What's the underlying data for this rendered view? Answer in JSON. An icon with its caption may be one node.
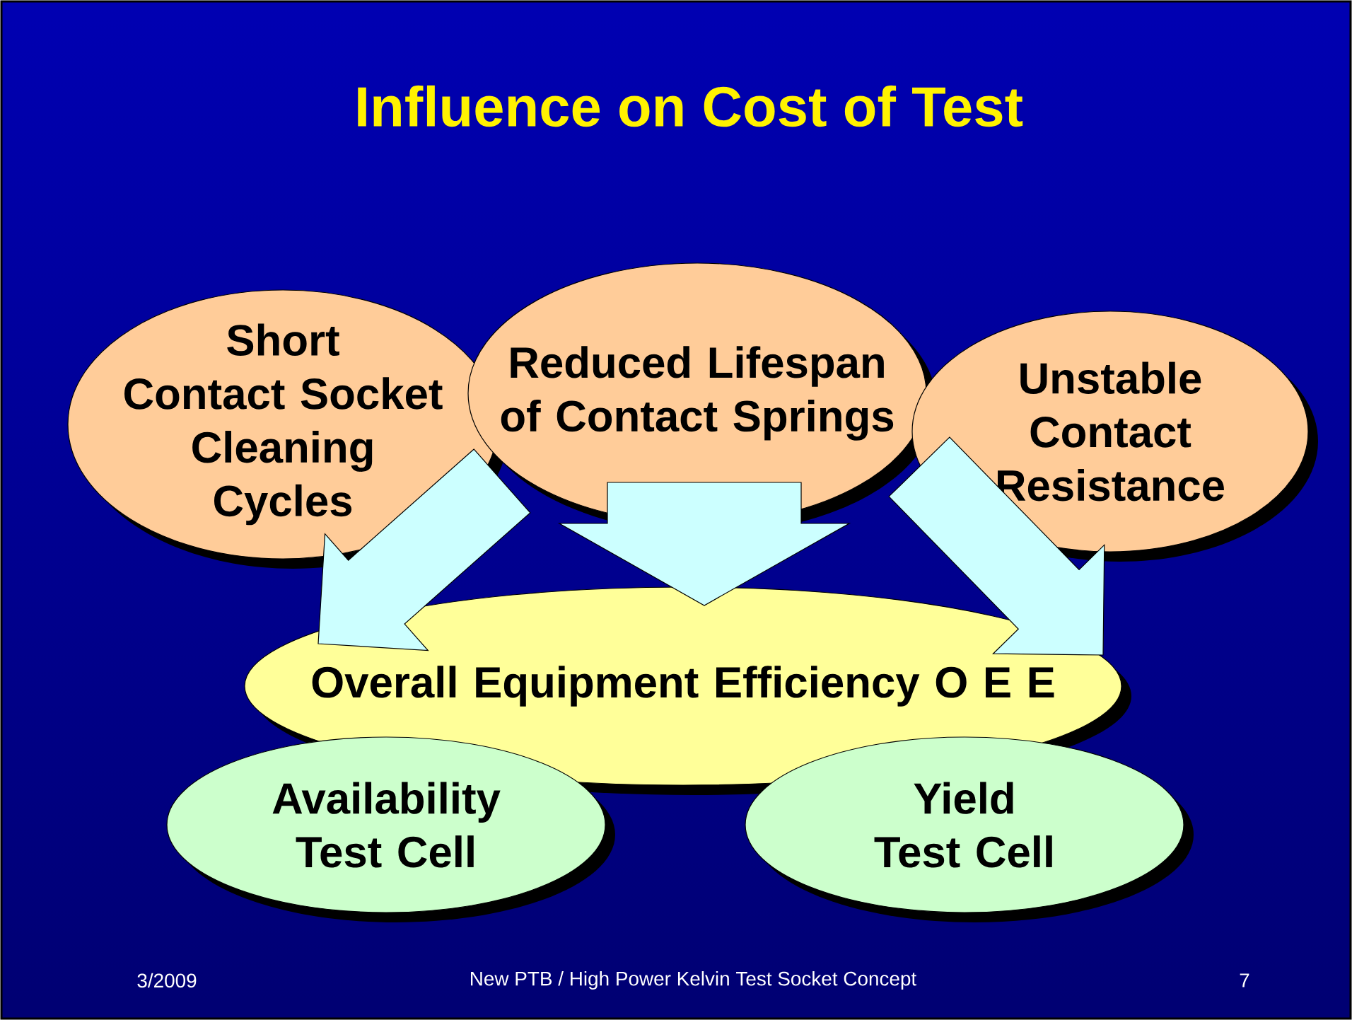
{
  "diagram": {
    "title": "Influence on Cost of Test",
    "nodes": [
      {
        "text": [
          "Short Contact Socket Cleaning Cycles"
        ]
      },
      {
        "text": [
          "Reduced Lifespan of Contact Springs"
        ]
      },
      {
        "text": [
          "Unstable Contact Resistance"
        ]
      },
      {
        "text": [
          "Overall Equipment Efficiency O E E"
        ]
      },
      {
        "text": [
          "Availability Test Cell"
        ]
      },
      {
        "text": [
          "Yield Test Cell"
        ]
      }
    ],
    "edges": [
      {
        "from": 0,
        "to": 3,
        "arrow": "to"
      },
      {
        "from": 1,
        "to": 3,
        "arrow": "to"
      },
      {
        "from": 2,
        "to": 3,
        "arrow": "to"
      }
    ],
    "labels": [
      "3/2009",
      "New PTB / High Power Kelvin Test Socket Concept",
      "7"
    ]
  }
}
